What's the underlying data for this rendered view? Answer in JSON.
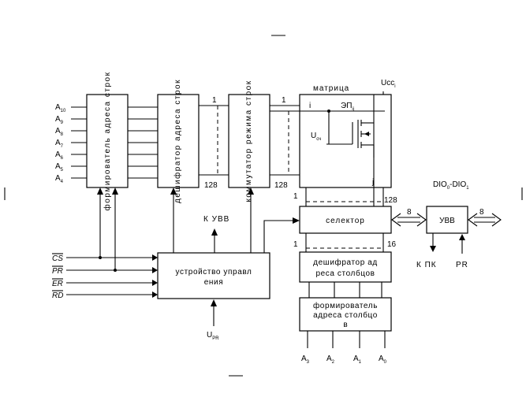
{
  "blocks": {
    "row_former": "формирователь адреса строк",
    "row_decoder": "дешифратор адреса строк",
    "mode_switch": "коммутатор режима строк",
    "matrix_title": "матрица",
    "selector": "селектор",
    "col_decoder_l1": "дешифратор ад",
    "col_decoder_l2": "реса столбцов",
    "col_former_l1": "формирователь",
    "col_former_l2": "адреса столбцо",
    "col_former_l3": "в",
    "control_l1": "устройство управл",
    "control_l2": "ения",
    "uvv": "УВВ"
  },
  "address_inputs": [
    {
      "base": "A",
      "sub": "10"
    },
    {
      "base": "A",
      "sub": "9"
    },
    {
      "base": "A",
      "sub": "8"
    },
    {
      "base": "A",
      "sub": "7"
    },
    {
      "base": "A",
      "sub": "6"
    },
    {
      "base": "A",
      "sub": "5"
    },
    {
      "base": "A",
      "sub": "4"
    }
  ],
  "column_inputs": [
    {
      "base": "A",
      "sub": "3"
    },
    {
      "base": "A",
      "sub": "2"
    },
    {
      "base": "A",
      "sub": "1"
    },
    {
      "base": "A",
      "sub": "0"
    }
  ],
  "control_signals": [
    "CS",
    "PR",
    "ER",
    "RD"
  ],
  "labels": {
    "n1": "1",
    "n128": "128",
    "n16": "16",
    "bus8": "8",
    "ucc": "Ucc",
    "ucc_sub": "i",
    "ep": "ЭП",
    "ep_sub": "ij",
    "ucch": "U",
    "ucch_sub": "сч",
    "idx_i": "i",
    "idx_j": "j",
    "k_uvv": "К УВВ",
    "upr": "U",
    "upr_sub": "PR",
    "dio_a": "DIO",
    "dio_a_sub": "0",
    "dio_dash": "-DIO",
    "dio_b_sub": "1",
    "k_pk": "К ПК",
    "pr": "PR"
  }
}
